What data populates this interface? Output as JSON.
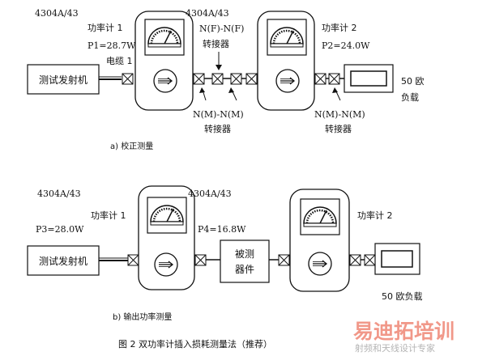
{
  "diagram_a": {
    "meter1_model": "4304A/43",
    "meter1_name": "功率计 1",
    "meter1_power": "P1=28.7W",
    "cable_label": "电缆 1",
    "transmitter": "测试发射机",
    "meter2_model": "4304A/43",
    "adapter_ff_line1": "N(F)-N(F)",
    "adapter_ff_line2": "转接器",
    "adapter_mm_line1": "N(M)-N(M)",
    "adapter_mm_line2": "转接器",
    "meter_b_name": "功率计 2",
    "meter_b_power": "P2=24.0W",
    "adapter_mm2_line1": "N(M)-N(M)",
    "adapter_mm2_line2": "转接器",
    "load_line1": "50 欧",
    "load_line2": "负载",
    "caption": "a)    校正测量"
  },
  "diagram_b": {
    "meter1_model": "4304A/43",
    "meter1_name": "功率计 1",
    "meter1_power": "P3=28.0W",
    "transmitter": "测试发射机",
    "meter2_model": "4304A/43",
    "meter2_power": "P4=16.8W",
    "dut_line1": "被测",
    "dut_line2": "器件",
    "meter_b_name": "功率计 2",
    "load": "50 欧负载",
    "caption": "b)    输出功率测量"
  },
  "figure_caption": "图 2    双功率计插入损耗测量法（推荐）",
  "watermark_line1": "易迪拓培训",
  "watermark_line2": "射频和天线设计专家"
}
